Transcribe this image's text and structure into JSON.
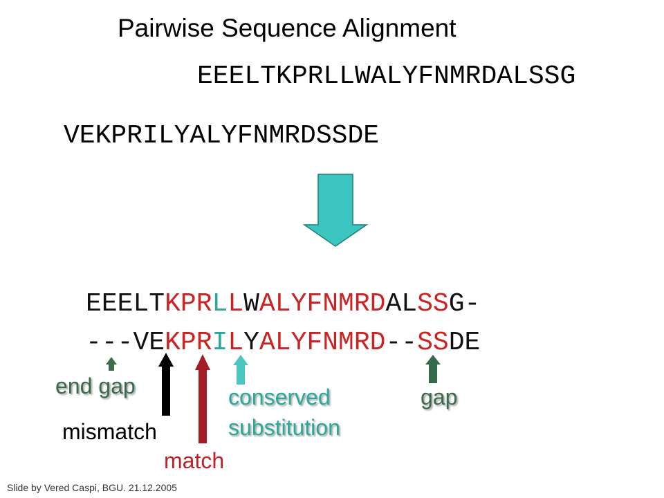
{
  "title": "Pairwise Sequence Alignment",
  "seq_top": "EEELTKPRLLWALYFNMRDALSSG",
  "seq_bottom": "VEKPRILYALYFNMRDSSDE",
  "aligned_top": [
    {
      "c": "E",
      "cls": "k"
    },
    {
      "c": "E",
      "cls": "k"
    },
    {
      "c": "E",
      "cls": "k"
    },
    {
      "c": "L",
      "cls": "k"
    },
    {
      "c": "T",
      "cls": "k"
    },
    {
      "c": "K",
      "cls": "r"
    },
    {
      "c": "P",
      "cls": "r"
    },
    {
      "c": "R",
      "cls": "r"
    },
    {
      "c": "L",
      "cls": "t"
    },
    {
      "c": "L",
      "cls": "r"
    },
    {
      "c": "W",
      "cls": "k"
    },
    {
      "c": "A",
      "cls": "r"
    },
    {
      "c": "L",
      "cls": "r"
    },
    {
      "c": "Y",
      "cls": "r"
    },
    {
      "c": "F",
      "cls": "r"
    },
    {
      "c": "N",
      "cls": "r"
    },
    {
      "c": "M",
      "cls": "r"
    },
    {
      "c": "R",
      "cls": "r"
    },
    {
      "c": "D",
      "cls": "r"
    },
    {
      "c": "A",
      "cls": "k"
    },
    {
      "c": "L",
      "cls": "k"
    },
    {
      "c": "S",
      "cls": "r"
    },
    {
      "c": "S",
      "cls": "r"
    },
    {
      "c": "G",
      "cls": "k"
    },
    {
      "c": "-",
      "cls": "k"
    }
  ],
  "aligned_bottom": [
    {
      "c": "-",
      "cls": "k"
    },
    {
      "c": "-",
      "cls": "k"
    },
    {
      "c": "-",
      "cls": "k"
    },
    {
      "c": "V",
      "cls": "k"
    },
    {
      "c": "E",
      "cls": "k"
    },
    {
      "c": "K",
      "cls": "r"
    },
    {
      "c": "P",
      "cls": "r"
    },
    {
      "c": "R",
      "cls": "r"
    },
    {
      "c": "I",
      "cls": "t"
    },
    {
      "c": "L",
      "cls": "r"
    },
    {
      "c": "Y",
      "cls": "k"
    },
    {
      "c": "A",
      "cls": "r"
    },
    {
      "c": "L",
      "cls": "r"
    },
    {
      "c": "Y",
      "cls": "r"
    },
    {
      "c": "F",
      "cls": "r"
    },
    {
      "c": "N",
      "cls": "r"
    },
    {
      "c": "M",
      "cls": "r"
    },
    {
      "c": "R",
      "cls": "r"
    },
    {
      "c": "D",
      "cls": "r"
    },
    {
      "c": "-",
      "cls": "k"
    },
    {
      "c": "-",
      "cls": "k"
    },
    {
      "c": "S",
      "cls": "r"
    },
    {
      "c": "S",
      "cls": "r"
    },
    {
      "c": "D",
      "cls": "k"
    },
    {
      "c": "E",
      "cls": "k"
    }
  ],
  "labels": {
    "end_gap": "end gap",
    "mismatch": "mismatch",
    "match": "match",
    "conserved_line1": "conserved",
    "conserved_line2": "substitution",
    "gap": "gap"
  },
  "colors": {
    "k": "#111111",
    "r": "#cc2222",
    "t": "#2aa89a",
    "big_arrow": "#3cc4c0",
    "end_gap_arrow": "#3f6b4f",
    "mismatch_arrow": "#000000",
    "match_arrow": "#a61c24",
    "conserved_arrow": "#4cc7c0",
    "gap_arrow": "#356a4c",
    "end_gap_text": "#3b6b4a",
    "match_text": "#c0202a",
    "conserved_text": "#2aa89a",
    "gap_text": "#3b6b4a"
  },
  "credit": "Slide by Vered Caspi, BGU. 21.12.2005"
}
